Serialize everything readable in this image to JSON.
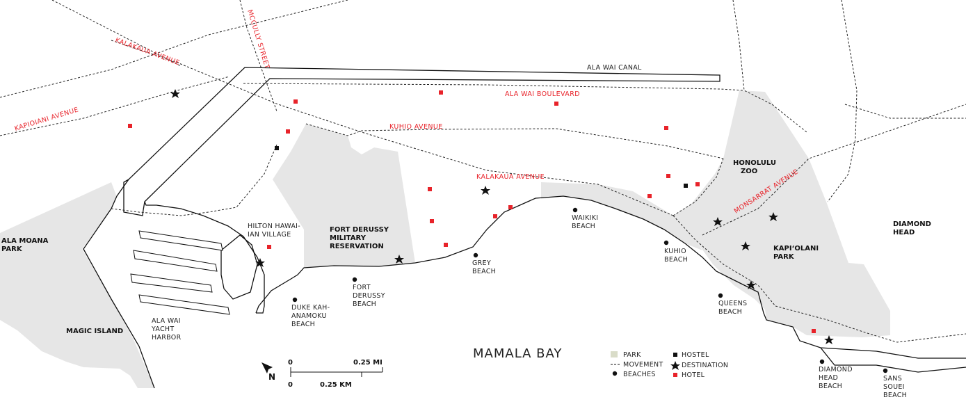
{
  "colors": {
    "park": "#e6e6e6",
    "hotel": "#e8232a",
    "street_label": "#e8232a",
    "ink": "#111111",
    "legend_park": "#d9dcc8"
  },
  "streets": {
    "kalakaua_west": "KALAKAUA AVENUE",
    "mccully": "MCCULLY STREET",
    "kapiolani": "KAPIOIANI AVENUE",
    "ala_wai_blvd": "ALA WAI BOULEVARD",
    "kuhio": "KUHIO AVENUE",
    "kalakaua_central": "KALAKAUA AVENUE",
    "monsarrat": "MONSARRAT AVENUE"
  },
  "places": {
    "ala_wai_canal": "ALA WAI CANAL",
    "honolulu_zoo": [
      "HONOLULU",
      "ZOO"
    ],
    "ala_moana_park": [
      "ALA MOANA",
      "PARK"
    ],
    "fort_derussy_res": [
      "FORT DERUSSY",
      "MILITARY",
      "RESERVATION"
    ],
    "hilton": [
      "HILTON HAWAI-",
      "IAN VILLAGE"
    ],
    "magic_island": "MAGIC ISLAND",
    "yacht_harbor": [
      "ALA WAI",
      "YACHT",
      "HARBOR"
    ],
    "diamond_head": [
      "DIAMOND",
      "HEAD"
    ],
    "kapiolani_park": [
      "KAPI‘OLANI",
      "PARK"
    ],
    "mamala_bay": "MAMALA BAY"
  },
  "beaches": {
    "waikiki": [
      "WAIKIKI",
      "BEACH"
    ],
    "grey": [
      "GREY",
      "BEACH"
    ],
    "fort_derussy": [
      "FORT",
      "DERUSSY",
      "BEACH"
    ],
    "duke": [
      "DUKE KAH-",
      "ANAMOKU",
      "BEACH"
    ],
    "kuhio": [
      "KUHIO",
      "BEACH"
    ],
    "queens": [
      "QUEENS",
      "BEACH"
    ],
    "diamond_head": [
      "DIAMOND",
      "HEAD",
      "BEACH"
    ],
    "sans_souci": [
      "SANS",
      "SOUEI",
      "BEACH"
    ]
  },
  "scale": {
    "zero_top": "0",
    "mi": "0.25 MI",
    "zero_bottom": "0",
    "km": "0.25 KM"
  },
  "north": "N",
  "legend": {
    "park": "PARK",
    "movement": "MOVEMENT",
    "beaches": "BEACHES",
    "hostel": "HOSTEL",
    "destination": "DESTINATION",
    "hotel": "HOTEL"
  }
}
